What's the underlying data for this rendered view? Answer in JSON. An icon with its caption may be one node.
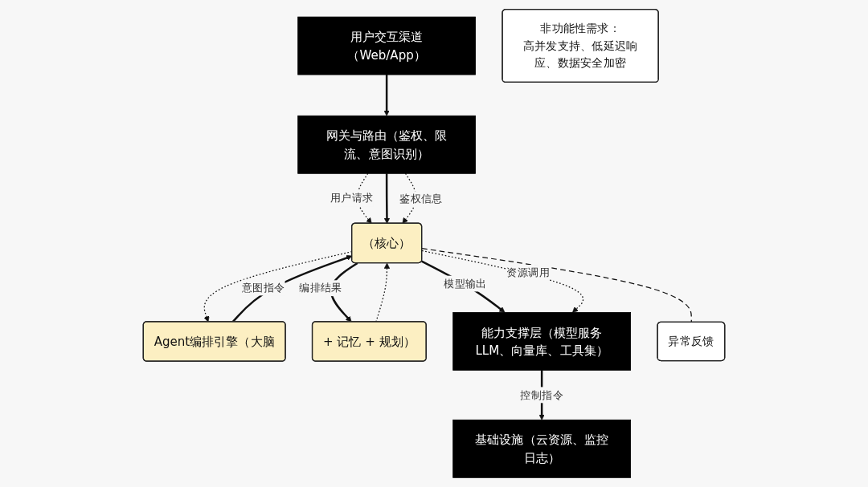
{
  "diagram": {
    "nodes": [
      {
        "text": [
          "用户交互渠道（Web/App）"
        ]
      },
      {
        "text": [
          "网关与路由（鉴权、限流、意图识别）"
        ]
      },
      {
        "text": [
          "Agent编排引擎（大脑"
        ]
      },
      {
        "text": [
          "（核心）"
        ]
      },
      {
        "text": [
          "+ 记忆 + 规划）"
        ]
      },
      {
        "text": [
          "能力支撑层（模型服务LLM、向量库、工具集）"
        ]
      },
      {
        "text": [
          "基础设施（云资源、监控日志）"
        ]
      },
      {
        "text": [
          "非功能性需求：",
          "高并发支持、低延迟响应、数据安全加密"
        ]
      },
      {
        "text": [
          "异常反馈"
        ]
      }
    ],
    "edges": [
      {
        "from": 0,
        "to": 1,
        "arrow": "to"
      },
      {
        "from": 1,
        "to": 3,
        "arrow": "to",
        "style": "dashed",
        "label": "用户请求"
      },
      {
        "from": 1,
        "to": 3,
        "arrow": "to"
      },
      {
        "from": 1,
        "to": 3,
        "arrow": "to",
        "style": "dashed",
        "label": "鉴权信息"
      },
      {
        "from": 2,
        "to": 3,
        "arrow": "to",
        "label": "意图指令"
      },
      {
        "from": 3,
        "to": 2,
        "arrow": "to",
        "style": "dashed"
      },
      {
        "from": 3,
        "to": 4,
        "arrow": "to",
        "label": "编排结果"
      },
      {
        "from": 4,
        "to": 3,
        "arrow": "to",
        "style": "dashed"
      },
      {
        "from": 3,
        "to": 5,
        "arrow": "to",
        "label": "模型输出"
      },
      {
        "from": 3,
        "to": 5,
        "arrow": "to",
        "style": "dashed",
        "label": "资源调用"
      },
      {
        "from": 3,
        "to": 8,
        "arrow": "none",
        "style": "dashed"
      },
      {
        "from": 5,
        "to": 6,
        "arrow": "to",
        "label": "控制指令"
      }
    ]
  }
}
